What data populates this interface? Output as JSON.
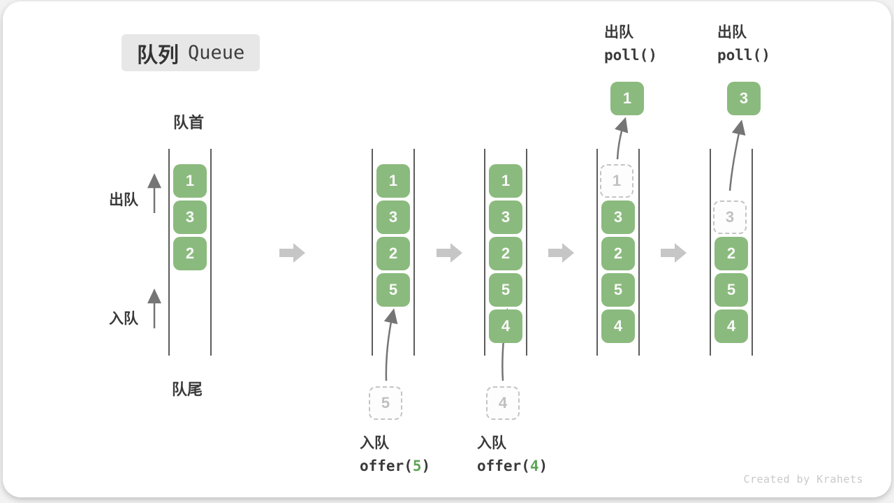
{
  "title": {
    "zh": "队列",
    "en": "Queue"
  },
  "labels": {
    "front": "队首",
    "rear": "队尾",
    "dequeue": "出队",
    "enqueue": "入队"
  },
  "states": {
    "s1": {
      "slots": {
        "r1": "1",
        "r2": "3",
        "r3": "2"
      }
    },
    "s2": {
      "slots": {
        "r1": "1",
        "r2": "3",
        "r3": "2",
        "r4": "5"
      },
      "ghost": "5",
      "op_zh": "入队",
      "op_fn": "offer(",
      "op_arg": "5",
      "op_close": ")"
    },
    "s3": {
      "slots": {
        "r1": "1",
        "r2": "3",
        "r3": "2",
        "r4": "5",
        "r5": "4"
      },
      "ghost": "4",
      "op_zh": "入队",
      "op_fn": "offer(",
      "op_arg": "4",
      "op_close": ")"
    },
    "s4": {
      "slots": {
        "r2": "3",
        "r3": "2",
        "r4": "5",
        "r5": "4"
      },
      "ghost": "1",
      "result": "1",
      "op_zh": "出队",
      "op_fn": "poll()"
    },
    "s5": {
      "slots": {
        "r3": "2",
        "r4": "5",
        "r5": "4"
      },
      "ghost": "3",
      "result": "3",
      "op_zh": "出队",
      "op_fn": "poll()"
    }
  },
  "watermark": "Created by Krahets",
  "colors": {
    "item_green": "#8bba7e",
    "code_arg_green": "#5fa457",
    "block_arrow_gray": "#c6c6c6",
    "thin_arrow_gray": "#757575",
    "line_gray": "#5c5c5c",
    "ghost_gray": "#c4c4c4",
    "title_bg": "#e7e7e7"
  }
}
